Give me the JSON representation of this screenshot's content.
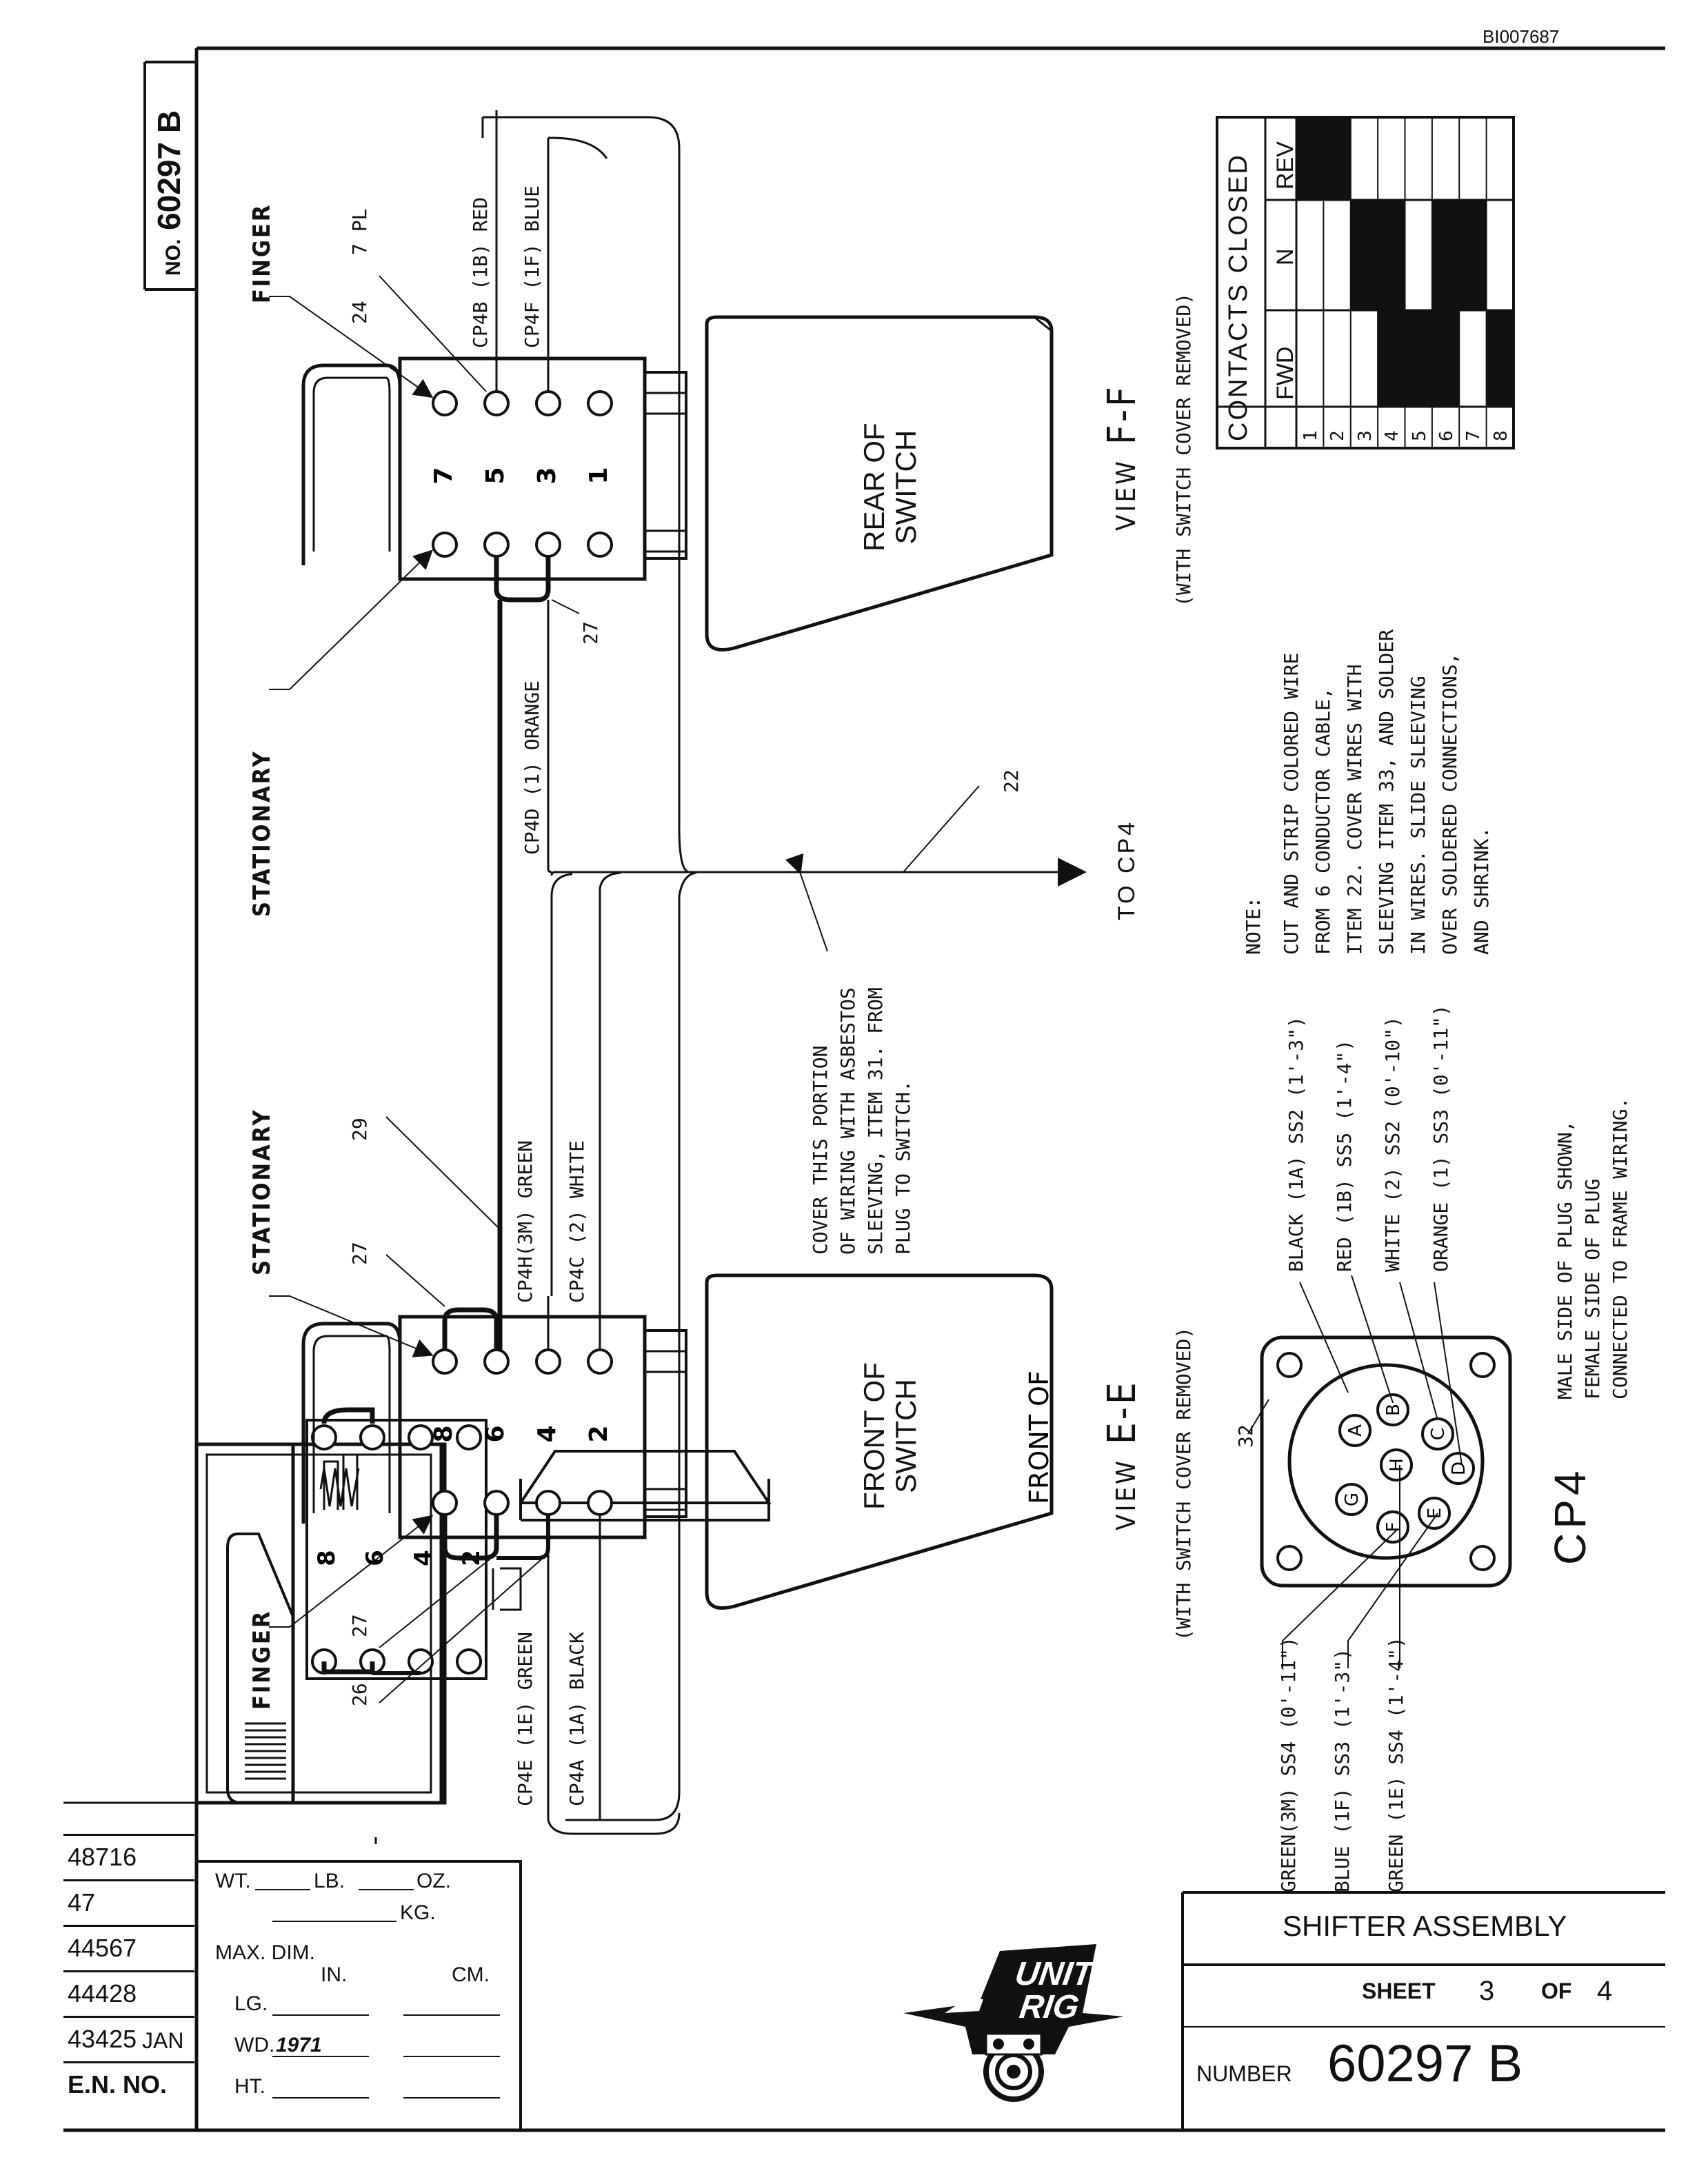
{
  "document_id": "BI007687",
  "drawing_number_label": "NO.",
  "drawing_number": "60297 B",
  "views": {
    "view_ff": {
      "title_prefix": "VIEW",
      "title": "F-F",
      "caption": "(WITH SWITCH COVER REMOVED)",
      "switch_label_1": "REAR OF",
      "switch_label_2": "SWITCH",
      "terminal_numbers": [
        "7",
        "5",
        "3",
        "1"
      ],
      "finger_label": "FINGER",
      "stationary_label": "STATIONARY",
      "item_24": "24",
      "item_7pl": "7 PL",
      "item_27": "27",
      "wire_cp4b": "CP4B (1B) RED",
      "wire_cp4f": "CP4F (1F) BLUE",
      "wire_cp4d": "CP4D (1) ORANGE"
    },
    "view_ee": {
      "title_prefix": "VIEW",
      "title": "E-E",
      "caption": "(WITH SWITCH COVER REMOVED)",
      "switch_label_1": "FRONT OF",
      "switch_label_2": "SWITCH",
      "terminal_numbers": [
        "8",
        "6",
        "4",
        "2"
      ],
      "finger_label": "FINGER",
      "stationary_label": "STATIONARY",
      "item_27_top": "27",
      "item_29": "29",
      "item_27_bottom": "27",
      "item_26": "26",
      "wire_cp4h": "CP4H(3M) GREEN",
      "wire_cp4c": "CP4C (2) WHITE",
      "wire_cp4e": "CP4E (1E) GREEN",
      "wire_cp4a": "CP4A (1A) BLACK"
    }
  },
  "to_cp4": {
    "label": "TO CP4",
    "item": "22"
  },
  "cover_note": {
    "lines": [
      "COVER THIS PORTION",
      "OF WIRING WITH ASBESTOS",
      "SLEEVING, ITEM 31. FROM",
      "PLUG TO SWITCH."
    ]
  },
  "contacts_table": {
    "title": "CONTACTS CLOSED",
    "columns": [
      "FWD",
      "N",
      "REV"
    ],
    "rows": [
      {
        "contact": "1",
        "fwd": false,
        "n": false,
        "rev": true
      },
      {
        "contact": "2",
        "fwd": false,
        "n": false,
        "rev": true
      },
      {
        "contact": "3",
        "fwd": false,
        "n": true,
        "rev": false
      },
      {
        "contact": "4",
        "fwd": true,
        "n": true,
        "rev": false
      },
      {
        "contact": "5",
        "fwd": true,
        "n": false,
        "rev": false
      },
      {
        "contact": "6",
        "fwd": true,
        "n": true,
        "rev": false
      },
      {
        "contact": "7",
        "fwd": false,
        "n": true,
        "rev": false
      },
      {
        "contact": "8",
        "fwd": true,
        "n": false,
        "rev": false
      }
    ]
  },
  "note": {
    "label": "NOTE:",
    "lines": [
      "CUT AND STRIP COLORED WIRE",
      "FROM 6 CONDUCTOR CABLE,",
      "ITEM 22. COVER WIRES WITH",
      "SLEEVING ITEM 33, AND SOLDER",
      "IN WIRES. SLIDE SLEEVING",
      "OVER SOLDERED CONNECTIONS,",
      "AND SHRINK."
    ]
  },
  "cp4": {
    "title": "CP4",
    "item": "32",
    "pins": [
      "A",
      "B",
      "C",
      "D",
      "E",
      "F",
      "G",
      "H"
    ],
    "wires_upper": [
      "BLACK (1A) SS2 (1'-3\")",
      "RED (1B) SS5 (1'-4\")",
      "WHITE (2) SS2 (0'-10\")",
      "ORANGE (1) SS3 (0'-11\")"
    ],
    "wires_lower": [
      "GREEN(3M) SS4 (0'-11\")",
      "BLUE (1F) SS3 (1'-3\")",
      "GREEN (1E) SS4 (1'-4\")"
    ],
    "plug_note": [
      "MALE SIDE OF PLUG SHOWN,",
      "FEMALE SIDE OF PLUG",
      "CONNECTED TO FRAME WIRING."
    ]
  },
  "title_block": {
    "description": "SHIFTER ASSEMBLY",
    "sheet_label": "SHEET",
    "sheet": "3",
    "of_label": "OF",
    "sheet_total": "4",
    "number_label": "NUMBER",
    "number": "60297 B",
    "logo_text": "UNIT RIG"
  },
  "weight_block": {
    "wt_label": "WT.",
    "lb_label": "LB.",
    "oz_label": "OZ.",
    "kg_label": "KG.",
    "max_dim_label": "MAX. DIM.",
    "in_label": "IN.",
    "cm_label": "CM.",
    "lg_label": "LG.",
    "wd_label": "WD.",
    "wd_value": "1971",
    "ht_label": "HT."
  },
  "revisions": {
    "entries": [
      "48716",
      "47",
      "44567",
      "44428",
      "43425"
    ],
    "date_note": "JAN",
    "header": "E.N. NO."
  }
}
